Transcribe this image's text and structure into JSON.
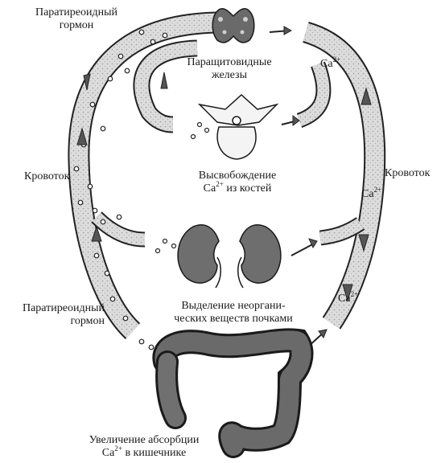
{
  "labels": {
    "pth_top_line1": "Паратиреоидный",
    "pth_top_line2": "гормон",
    "parathyroid_line1": "Паращитовидные",
    "parathyroid_line2": "железы",
    "ca_top": "Ca",
    "ca_charge": "2+",
    "bloodflow_left": "Кровоток",
    "bloodflow_right": "Кровоток",
    "bone_release_line1": "Высвобождение",
    "bone_release_line2_ca": "Ca",
    "bone_release_line2_charge": "2+",
    "bone_release_line2_rest": " из костей",
    "ca_right_mid": "Ca",
    "pth_bottom_line1": "Паратиреоидный",
    "pth_bottom_line2": "гормон",
    "kidney_line1": "Выделение неоргани-",
    "kidney_line2": "ческих веществ почками",
    "ca_right_low": "Ca",
    "absorption_line1": "Увеличение абсорбции",
    "absorption_line2_ca": "Ca",
    "absorption_line2_charge": "2+",
    "absorption_line2_rest": " в кишечнике"
  }
}
